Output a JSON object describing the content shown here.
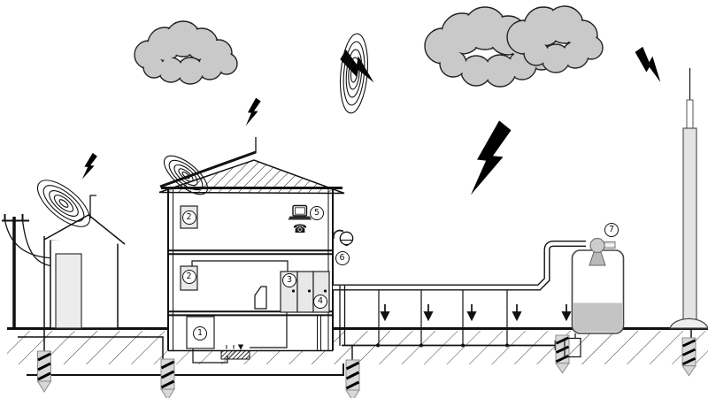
{
  "colors": {
    "cloud_fill": "#c9c9c9",
    "lightning": "#000000",
    "panel_fill": "#e8e8e8",
    "rod_fill": "#d8d8d8",
    "liquid_fill": "#c4c4c4",
    "mast_fill": "#e4e4e4",
    "door_fill": "#ececec",
    "line": "#111111"
  },
  "callouts": [
    {
      "label": "1"
    },
    {
      "label": "2"
    },
    {
      "label": "2"
    },
    {
      "label": "3"
    },
    {
      "label": "4"
    },
    {
      "label": "5"
    },
    {
      "label": "6"
    },
    {
      "label": "7"
    }
  ],
  "icons": {
    "phone": "☎"
  }
}
